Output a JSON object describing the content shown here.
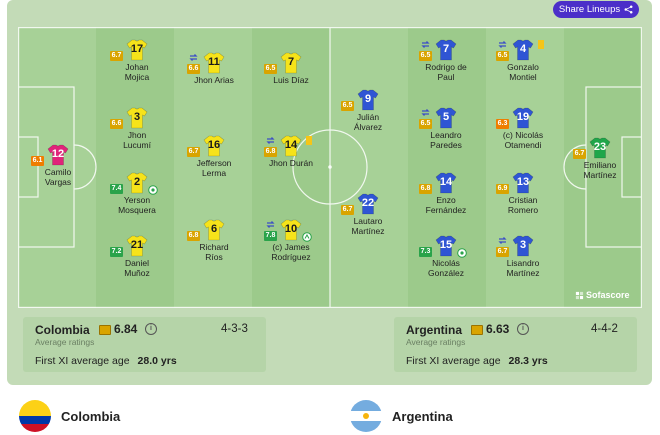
{
  "share_button": {
    "label": "Share Lineups"
  },
  "watermark": {
    "label": "Sofascore"
  },
  "colors": {
    "colombia_shirt": "#f6e31a",
    "colombia_gk_shirt": "#e0247a",
    "argentina_shirt": "#2f55d4",
    "argentina_gk_shirt": "#1fa64a"
  },
  "home": {
    "name": "Colombia",
    "rating": "6.84",
    "rating_caption": "Average ratings",
    "formation": "4-3-3",
    "age_label": "First XI average age",
    "age_value": "28.0 yrs",
    "players": [
      {
        "number": "12",
        "name": [
          "Camilo",
          "Vargas"
        ],
        "rating": "6.1",
        "rating_color": "#ef7d00",
        "goalkeeper": true
      },
      {
        "number": "17",
        "name": [
          "Johan",
          "Mojica"
        ],
        "rating": "6.7",
        "rating_color": "#d9a400"
      },
      {
        "number": "3",
        "name": [
          "Jhon",
          "Lucumí"
        ],
        "rating": "6.6",
        "rating_color": "#d9a400"
      },
      {
        "number": "2",
        "name": [
          "Yerson",
          "Mosquera"
        ],
        "rating": "7.4",
        "rating_color": "#2aa34a",
        "goal": true
      },
      {
        "number": "21",
        "name": [
          "Daniel",
          "Muñoz"
        ],
        "rating": "7.2",
        "rating_color": "#2aa34a"
      },
      {
        "number": "11",
        "name": [
          "Jhon Arias"
        ],
        "rating": "6.6",
        "rating_color": "#d9a400",
        "sub": true
      },
      {
        "number": "16",
        "name": [
          "Jefferson",
          "Lerma"
        ],
        "rating": "6.7",
        "rating_color": "#d9a400"
      },
      {
        "number": "6",
        "name": [
          "Richard",
          "Ríos"
        ],
        "rating": "6.8",
        "rating_color": "#d9a400"
      },
      {
        "number": "7",
        "name": [
          "Luis Díaz"
        ],
        "rating": "6.5",
        "rating_color": "#d9a400"
      },
      {
        "number": "14",
        "name": [
          "Jhon Durán"
        ],
        "rating": "6.8",
        "rating_color": "#d9a400",
        "sub": true,
        "card": true
      },
      {
        "number": "10",
        "name": [
          "(c) James",
          "Rodríguez"
        ],
        "rating": "7.8",
        "rating_color": "#2aa34a",
        "sub": true,
        "assist": true
      }
    ]
  },
  "away": {
    "name": "Argentina",
    "rating": "6.63",
    "rating_caption": "Average ratings",
    "formation": "4-4-2",
    "age_label": "First XI average age",
    "age_value": "28.3 yrs",
    "players": [
      {
        "number": "9",
        "name": [
          "Julián",
          "Álvarez"
        ],
        "rating": "6.5",
        "rating_color": "#d9a400"
      },
      {
        "number": "22",
        "name": [
          "Lautaro",
          "Martínez"
        ],
        "rating": "6.7",
        "rating_color": "#d9a400"
      },
      {
        "number": "7",
        "name": [
          "Rodrigo de",
          "Paul"
        ],
        "rating": "6.5",
        "rating_color": "#d9a400",
        "sub": true
      },
      {
        "number": "5",
        "name": [
          "Leandro",
          "Paredes"
        ],
        "rating": "6.5",
        "rating_color": "#d9a400",
        "sub": true
      },
      {
        "number": "14",
        "name": [
          "Enzo",
          "Fernández"
        ],
        "rating": "6.8",
        "rating_color": "#d9a400"
      },
      {
        "number": "15",
        "name": [
          "Nicolás",
          "González"
        ],
        "rating": "7.3",
        "rating_color": "#2aa34a",
        "goal": true
      },
      {
        "number": "4",
        "name": [
          "Gonzalo",
          "Montiel"
        ],
        "rating": "6.5",
        "rating_color": "#d9a400",
        "sub": true,
        "card": true
      },
      {
        "number": "19",
        "name": [
          "(c) Nicolás",
          "Otamendi"
        ],
        "rating": "6.3",
        "rating_color": "#ef7d00"
      },
      {
        "number": "13",
        "name": [
          "Cristian",
          "Romero"
        ],
        "rating": "6.9",
        "rating_color": "#d9a400"
      },
      {
        "number": "3",
        "name": [
          "Lisandro",
          "Martínez"
        ],
        "rating": "6.7",
        "rating_color": "#d9a400",
        "sub": true
      },
      {
        "number": "23",
        "name": [
          "Emiliano",
          "Martínez"
        ],
        "rating": "6.7",
        "rating_color": "#d9a400",
        "goalkeeper": true
      }
    ]
  }
}
